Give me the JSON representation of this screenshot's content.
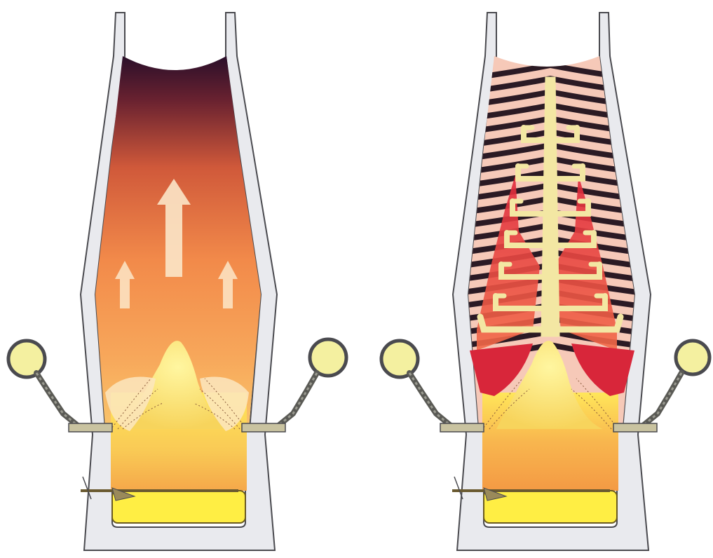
{
  "diagram": {
    "panels": [
      {
        "id": "left",
        "depicts": "furnace-uniform-gas-flow"
      },
      {
        "id": "right",
        "depicts": "furnace-channeled-gas-flow"
      }
    ],
    "colors": {
      "background": "#ffffff",
      "wall": "#e9eaee",
      "wall_outline": "#4a4a4f",
      "hot_core": "#f6e46a",
      "hearth_yellow": "#ffee44",
      "flame_mid": "#f28a4a",
      "flame_top": "#2a0f2a",
      "channel": "#f3e7a3",
      "red_zone": "#d8263a",
      "dark_layer": "#2b1a24",
      "tuyere_lens": "#f4f0a0"
    },
    "icons": [
      "up-arrow-icon",
      "tuyere-icon",
      "lance-icon"
    ]
  }
}
